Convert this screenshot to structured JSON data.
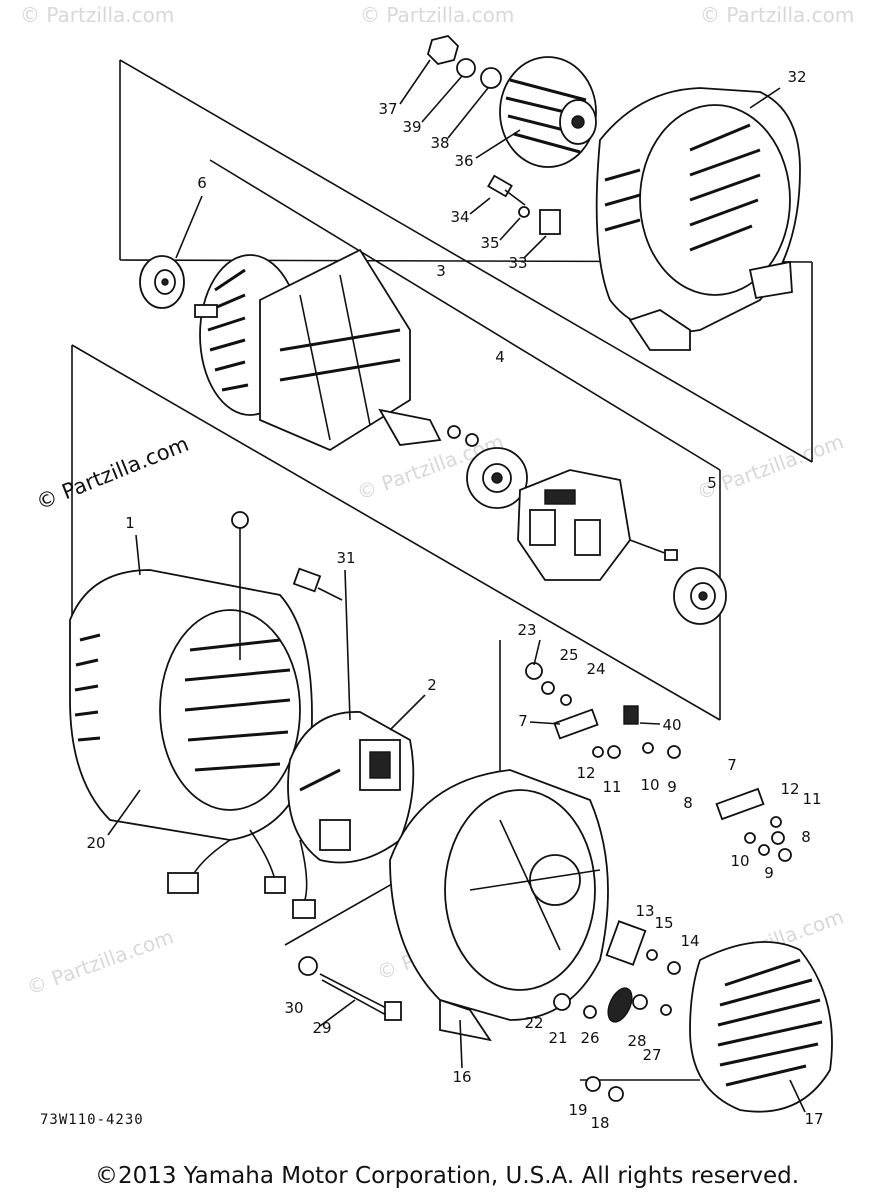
{
  "watermark_text": "© Partzilla.com",
  "diagram_code": "73W110-4230",
  "copyright": "©2013 Yamaha Motor Corporation, U.S.A. All rights reserved.",
  "callouts": {
    "c1": "1",
    "c2": "2",
    "c3": "3",
    "c4": "4",
    "c5": "5",
    "c6": "6",
    "c7a": "7",
    "c7b": "7",
    "c8a": "8",
    "c8b": "8",
    "c9a": "9",
    "c9b": "9",
    "c10a": "10",
    "c10b": "10",
    "c11a": "11",
    "c11b": "11",
    "c12a": "12",
    "c12b": "12",
    "c13": "13",
    "c14": "14",
    "c15": "15",
    "c16": "16",
    "c17": "17",
    "c18": "18",
    "c19": "19",
    "c20": "20",
    "c21": "21",
    "c22": "22",
    "c23": "23",
    "c24": "24",
    "c25": "25",
    "c26": "26",
    "c27": "27",
    "c28": "28",
    "c29": "29",
    "c30": "30",
    "c31": "31",
    "c32": "32",
    "c33": "33",
    "c34": "34",
    "c35": "35",
    "c36": "36",
    "c37": "37",
    "c38": "38",
    "c39": "39",
    "c40": "40"
  }
}
